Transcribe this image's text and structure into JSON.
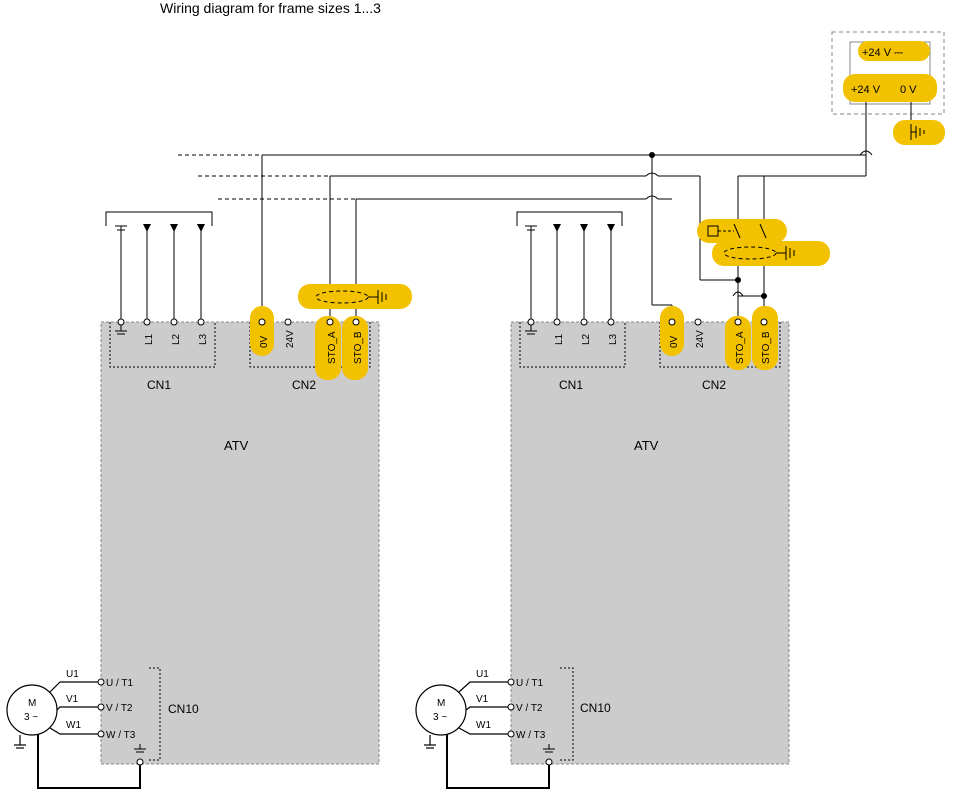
{
  "title": "Wiring diagram for frame sizes 1...3",
  "colors": {
    "drive_fill": "#cccccc",
    "highlight": "#f2c200",
    "wire": "#000000"
  },
  "supply": {
    "label_dc": "+24 V ⎓",
    "label_plus": "+24 V",
    "label_zero": "0 V"
  },
  "drives": [
    {
      "name": "ATV",
      "cn1": "CN1",
      "cn2": "CN2",
      "cn10": "CN10",
      "cn1_terminals": [
        "L1",
        "L2",
        "L3"
      ],
      "cn2_terminals": [
        "0V",
        "24V",
        "STO_A",
        "STO_B"
      ],
      "motor": {
        "label": "M",
        "phase": "3 ~",
        "wires": [
          "U1",
          "V1",
          "W1"
        ],
        "outputs": [
          "U / T1",
          "V / T2",
          "W / T3"
        ]
      }
    },
    {
      "name": "ATV",
      "cn1": "CN1",
      "cn2": "CN2",
      "cn10": "CN10",
      "cn1_terminals": [
        "L1",
        "L2",
        "L3"
      ],
      "cn2_terminals": [
        "0V",
        "24V",
        "STO_A",
        "STO_B"
      ],
      "motor": {
        "label": "M",
        "phase": "3 ~",
        "wires": [
          "U1",
          "V1",
          "W1"
        ],
        "outputs": [
          "U / T1",
          "V / T2",
          "W / T3"
        ]
      }
    }
  ]
}
